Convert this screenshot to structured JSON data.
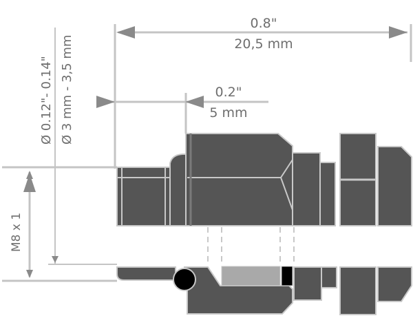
{
  "diagram": {
    "type": "technical-drawing",
    "subject": "push-in fitting cross-section",
    "colors": {
      "body": "#555555",
      "outline": "#c8c8c8",
      "dim_line": "#c4c4c4",
      "dim_text": "#6e6e6e",
      "oring": "#000000",
      "collet": "#a9a9a9",
      "seal": "#000000",
      "background": "#ffffff"
    },
    "dimensions": {
      "overall_length": {
        "imperial": "0.8\"",
        "metric": "20,5 mm"
      },
      "insertion_depth": {
        "imperial": "0.2\"",
        "metric": "5 mm"
      },
      "tube_diameter": {
        "imperial": "Ø 0.12\"- 0.14\"",
        "metric": "Ø 3 mm - 3,5 mm"
      },
      "thread": {
        "label": "M8 x 1"
      }
    }
  }
}
